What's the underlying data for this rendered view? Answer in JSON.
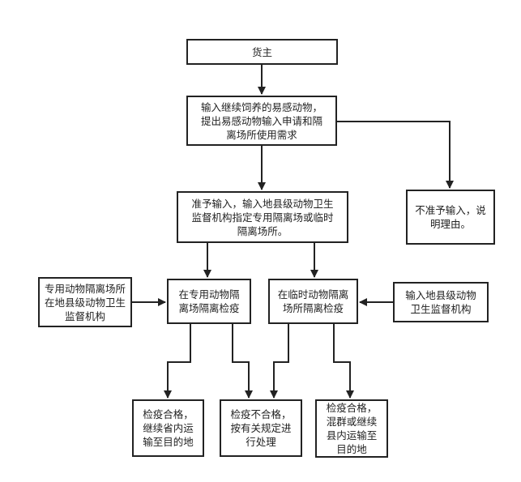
{
  "diagram": {
    "nodes": {
      "owner": "货主",
      "apply": "输入继续饲养的易感动物，提出易感动物输入申请和隔离场所使用需求",
      "approve": "准予输入，输入地县级动物卫生监督机构指定专用隔离场或临时隔离场所。",
      "deny": "不准予输入，说明理由。",
      "dedicated_agency": "专用动物隔离场所在地县级动物卫生监督机构",
      "dedicated_quarantine": "在专用动物隔离场隔离检疫",
      "temporary_quarantine": "在临时动物隔离场所隔离检疫",
      "dest_agency": "输入地县级动物卫生监督机构",
      "pass_dedicated": "检疫合格，继续省内运输至目的地",
      "fail": "检疫不合格，按有关规定进行处理",
      "pass_temporary": "检疫合格，混群或继续县内运输至目的地"
    }
  }
}
